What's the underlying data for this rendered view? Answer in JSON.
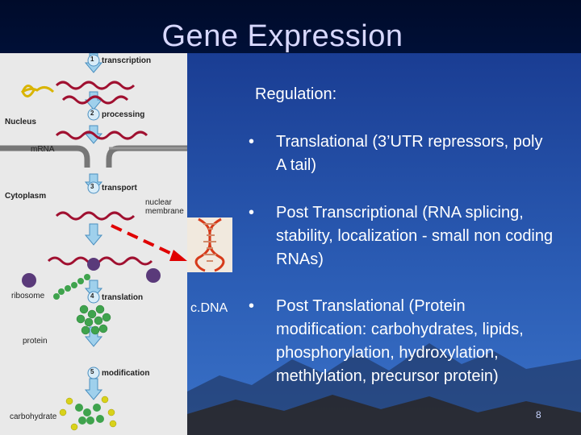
{
  "slide": {
    "title": "Gene Expression",
    "heading": "Regulation:",
    "bullets": [
      {
        "bullet": "•",
        "text": "Translational (3’UTR repressors, poly A tail)"
      },
      {
        "bullet": "•",
        "text": "Post Transcriptional (RNA splicing, stability, localization - small non coding RNAs)"
      },
      {
        "bullet": "•",
        "text": "Post Translational (Protein modification: carbohydrates, lipids, phosphorylation, hydroxylation, methlylation, precursor protein)"
      }
    ],
    "cdna_label": "c.DNA",
    "page_number": "8"
  },
  "diagram": {
    "steps": [
      {
        "num": "1",
        "label": "transcription"
      },
      {
        "num": "2",
        "label": "processing"
      },
      {
        "num": "3",
        "label": "transport"
      },
      {
        "num": "4",
        "label": "translation"
      },
      {
        "num": "5",
        "label": "modification"
      }
    ],
    "labels": {
      "nucleus": "Nucleus",
      "mrna": "mRNA",
      "cytoplasm": "Cytoplasm",
      "nuclear_membrane": "nuclear membrane",
      "ribosome": "ribosome",
      "protein": "protein",
      "carbohydrate": "carbohydrate"
    }
  },
  "colors": {
    "arrow_fill": "#9fd0ec",
    "rna": "#a01030",
    "dashed_arrow": "#e00000",
    "protein_bead": "#3fa34d",
    "ribosome": "#5a3a7a"
  }
}
